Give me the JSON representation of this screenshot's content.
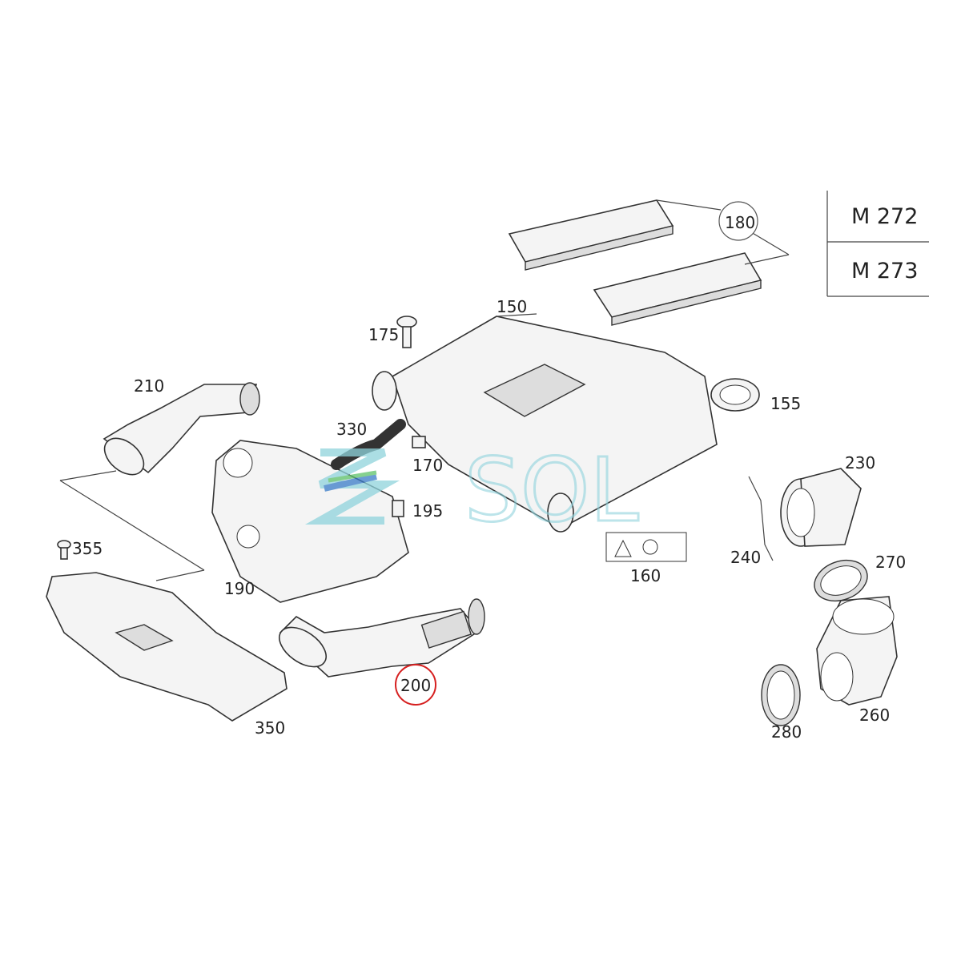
{
  "engine_table": {
    "rows": [
      "M 272",
      "M 273"
    ]
  },
  "callouts": {
    "p180": "180",
    "p150": "150",
    "p175": "175",
    "p155": "155",
    "p210": "210",
    "p330": "330",
    "p170": "170",
    "p230": "230",
    "p195": "195",
    "p355": "355",
    "p240": "240",
    "p160": "160",
    "p270": "270",
    "p190": "190",
    "p200": "200",
    "p350": "350",
    "p260": "260",
    "p280": "280"
  },
  "highlight": {
    "part": "200",
    "color": "#d62020"
  },
  "watermark": {
    "text": "SOL"
  }
}
